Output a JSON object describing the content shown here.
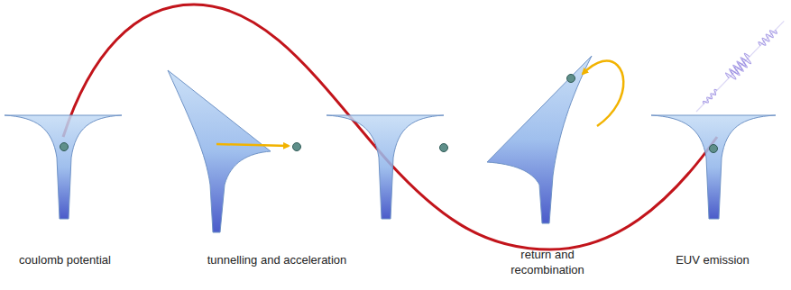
{
  "diagram": {
    "labels": [
      "coulomb potential",
      "tunnelling and acceleration",
      "return and recombination",
      "EUV emission"
    ]
  }
}
